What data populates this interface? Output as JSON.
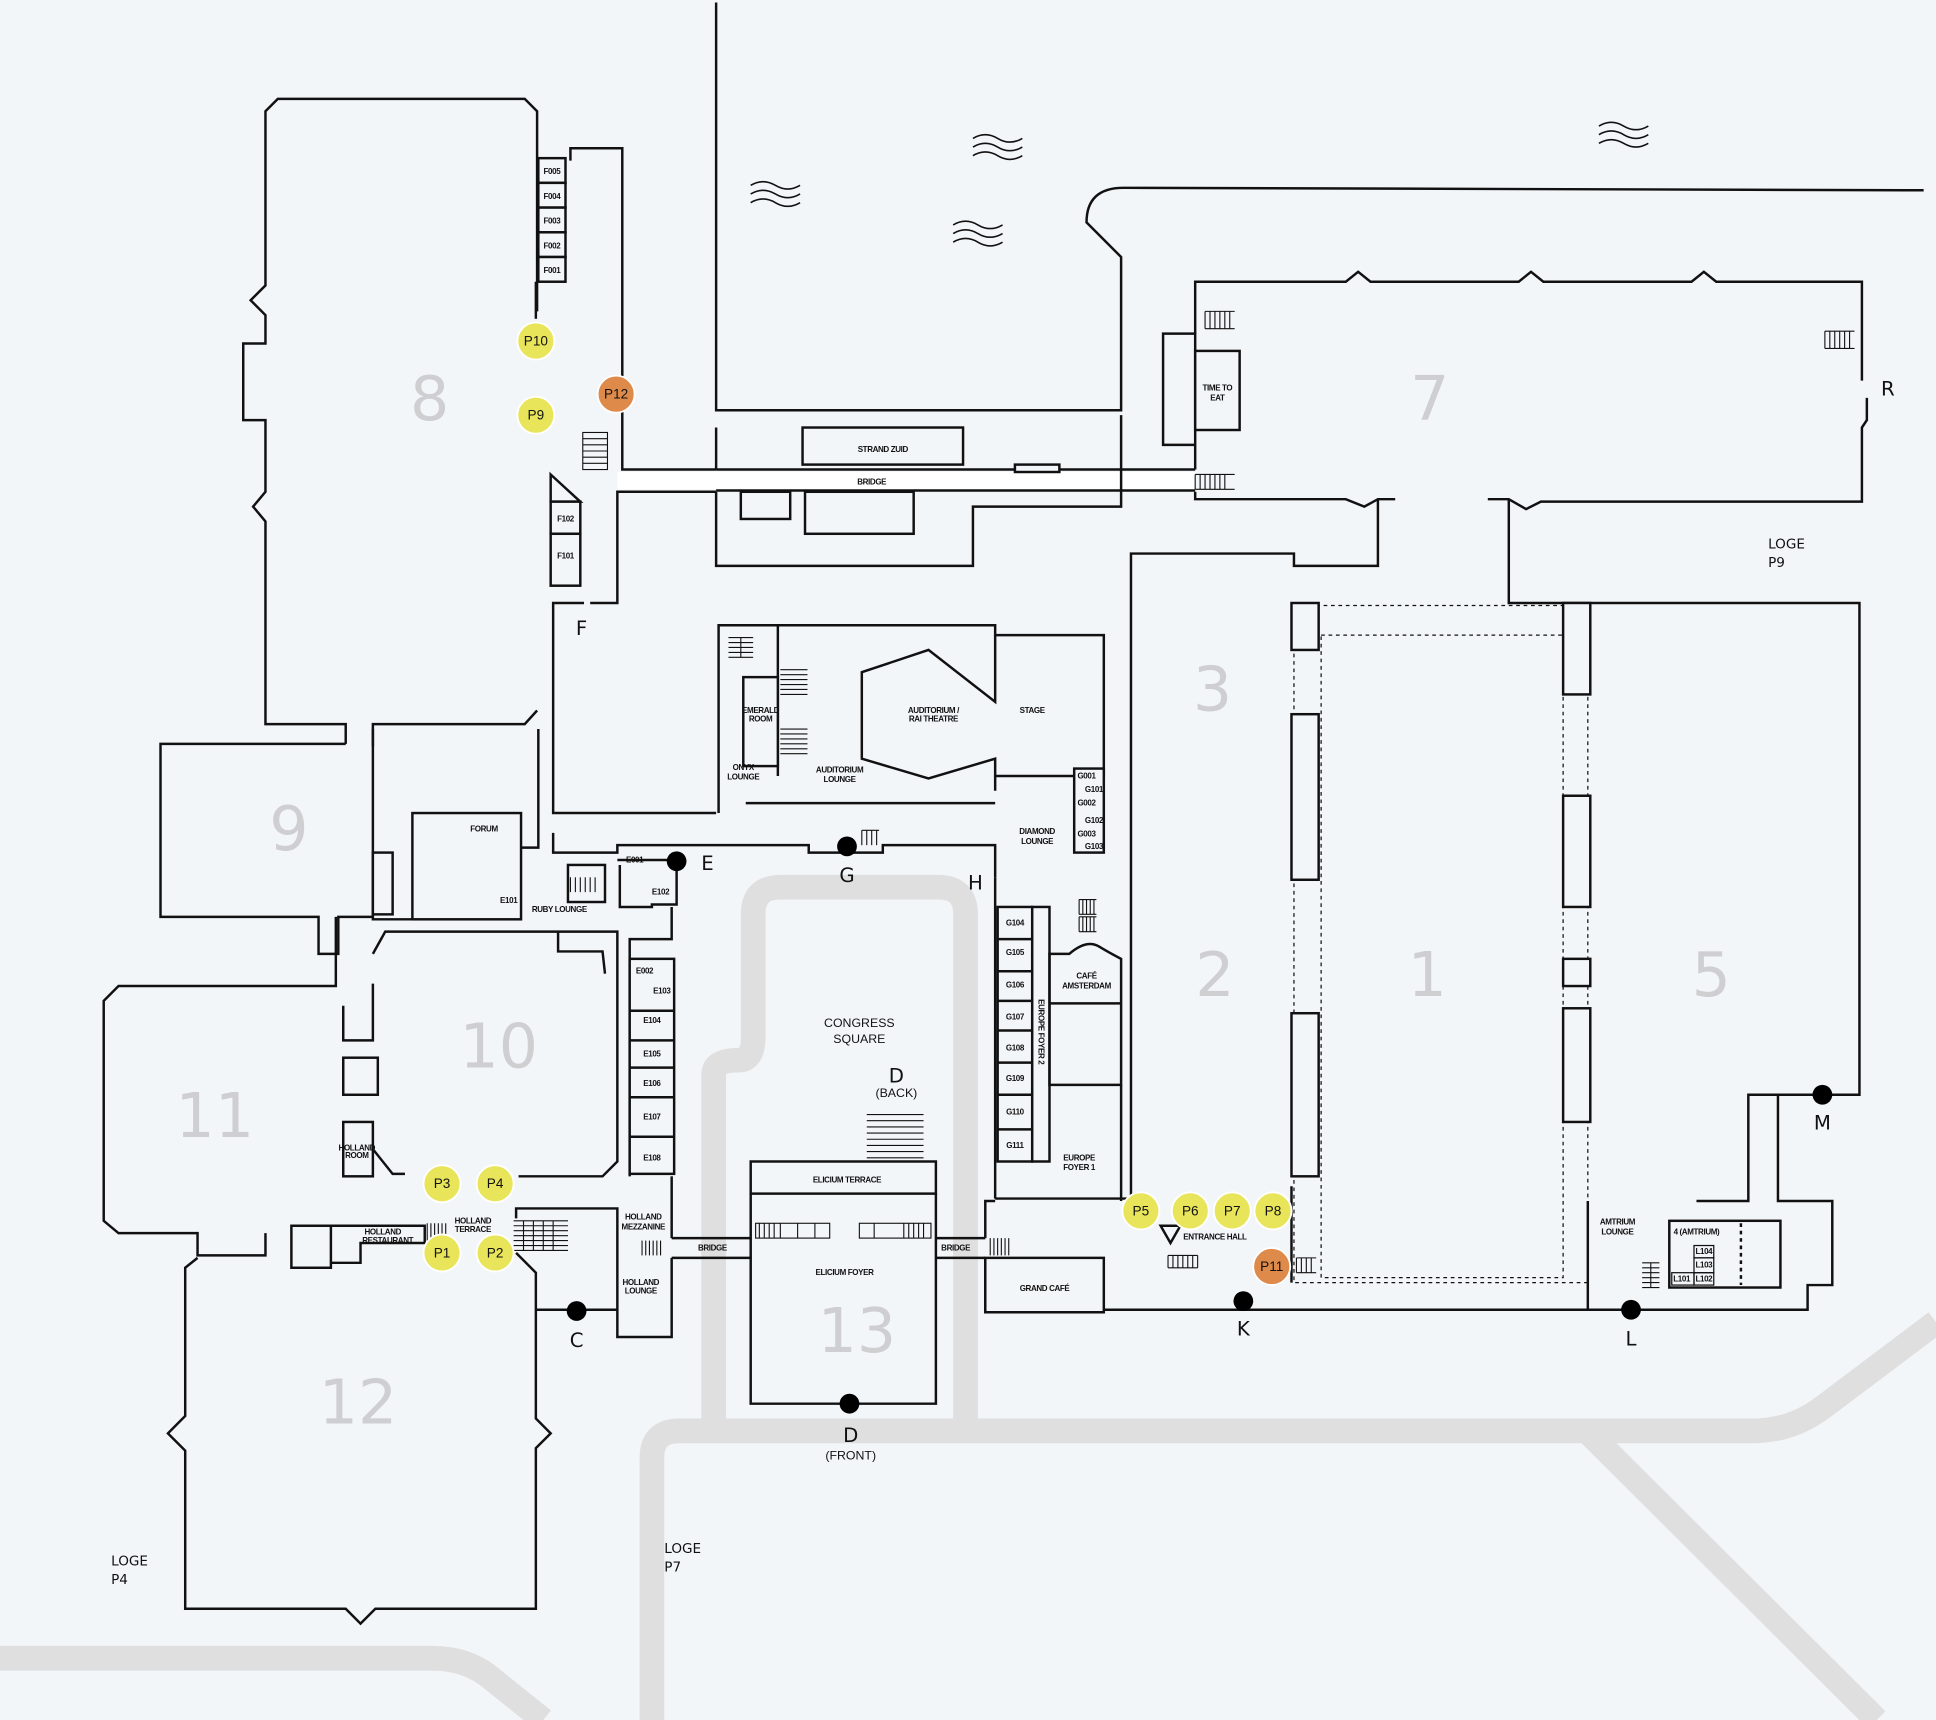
{
  "map": {
    "title": "RAI Amsterdam floor plan",
    "halls": [
      {
        "id": "hall-1",
        "label": "1"
      },
      {
        "id": "hall-2",
        "label": "2"
      },
      {
        "id": "hall-3",
        "label": "3"
      },
      {
        "id": "hall-5",
        "label": "5"
      },
      {
        "id": "hall-7",
        "label": "7"
      },
      {
        "id": "hall-8",
        "label": "8"
      },
      {
        "id": "hall-9",
        "label": "9"
      },
      {
        "id": "hall-10",
        "label": "10"
      },
      {
        "id": "hall-11",
        "label": "11"
      },
      {
        "id": "hall-12",
        "label": "12"
      },
      {
        "id": "hall-13",
        "label": "13"
      }
    ],
    "rooms": {
      "f_rooms": [
        "F005",
        "F004",
        "F003",
        "F002",
        "F001"
      ],
      "f1_rooms": [
        "F102",
        "F101"
      ],
      "g_rooms": [
        "G001",
        "G101",
        "G002",
        "G102",
        "G003",
        "G103"
      ],
      "g_corridor": [
        "G104",
        "G105",
        "G106",
        "G107",
        "G108",
        "G109",
        "G110",
        "G111"
      ],
      "e_rooms": [
        "E002",
        "E103",
        "E104",
        "E105",
        "E106",
        "E107",
        "E108"
      ],
      "e_top": [
        "E001",
        "E102",
        "E101"
      ],
      "l_rooms": [
        "L104",
        "L103",
        "L101",
        "L102"
      ]
    },
    "venues": {
      "strand_zuid": "STRAND ZUID",
      "bridge_top": "BRIDGE",
      "time_to_eat_1": "TIME TO",
      "time_to_eat_2": "EAT",
      "emerald_1": "EMERALD",
      "emerald_2": "ROOM",
      "onyx_1": "ONYX",
      "onyx_2": "LOUNGE",
      "auditorium_1": "AUDITORIUM /",
      "auditorium_2": "RAI THEATRE",
      "stage": "STAGE",
      "aud_lounge_1": "AUDITORIUM",
      "aud_lounge_2": "LOUNGE",
      "diamond_1": "DIAMOND",
      "diamond_2": "LOUNGE",
      "forum": "FORUM",
      "ruby": "RUBY LOUNGE",
      "cafe_1": "CAFÉ",
      "cafe_2": "AMSTERDAM",
      "europe_foyer_2": "EUROPE FOYER 2",
      "europe_foyer_1a": "EUROPE",
      "europe_foyer_1b": "FOYER 1",
      "congress_1": "CONGRESS",
      "congress_2": "SQUARE",
      "holland_room_1": "HOLLAND",
      "holland_room_2": "ROOM",
      "holland_restaurant_1": "HOLLAND",
      "holland_restaurant_2": "RESTAURANT",
      "holland_terrace_1": "HOLLAND",
      "holland_terrace_2": "TERRACE",
      "holland_mezz_1": "HOLLAND",
      "holland_mezz_2": "MEZZANINE",
      "holland_lounge_1": "HOLLAND",
      "holland_lounge_2": "LOUNGE",
      "elicium_terrace": "ELICIUM TERRACE",
      "elicium_foyer": "ELICIUM FOYER",
      "bridge_left": "BRIDGE",
      "bridge_right": "BRIDGE",
      "grand_cafe": "GRAND CAFÉ",
      "entrance_hall": "ENTRANCE HALL",
      "amtrium_lounge_1": "AMTRIUM",
      "amtrium_lounge_2": "LOUNGE",
      "amtrium": "4 (AMTRIUM)"
    },
    "entrances": [
      {
        "id": "C",
        "label": "C"
      },
      {
        "id": "D-front",
        "label": "D",
        "sub": "(FRONT)"
      },
      {
        "id": "D-back",
        "label": "D",
        "sub": "(BACK)"
      },
      {
        "id": "E",
        "label": "E"
      },
      {
        "id": "F",
        "label": "F"
      },
      {
        "id": "G",
        "label": "G"
      },
      {
        "id": "H",
        "label": "H"
      },
      {
        "id": "K",
        "label": "K"
      },
      {
        "id": "L",
        "label": "L"
      },
      {
        "id": "M",
        "label": "M"
      },
      {
        "id": "R",
        "label": "R"
      }
    ],
    "parking_pins": [
      {
        "label": "P1",
        "color": "#e9e55a"
      },
      {
        "label": "P2",
        "color": "#e9e55a"
      },
      {
        "label": "P3",
        "color": "#e9e55a"
      },
      {
        "label": "P4",
        "color": "#e9e55a"
      },
      {
        "label": "P5",
        "color": "#e9e55a"
      },
      {
        "label": "P6",
        "color": "#e9e55a"
      },
      {
        "label": "P7",
        "color": "#e9e55a"
      },
      {
        "label": "P8",
        "color": "#e9e55a"
      },
      {
        "label": "P9",
        "color": "#e9e55a"
      },
      {
        "label": "P10",
        "color": "#e9e55a"
      },
      {
        "label": "P11",
        "color": "#de8a4a"
      },
      {
        "label": "P12",
        "color": "#de8a4a"
      }
    ],
    "loges": [
      {
        "label": "LOGE",
        "sub": "P9"
      },
      {
        "label": "LOGE",
        "sub": "P4"
      },
      {
        "label": "LOGE",
        "sub": "P7"
      }
    ]
  }
}
